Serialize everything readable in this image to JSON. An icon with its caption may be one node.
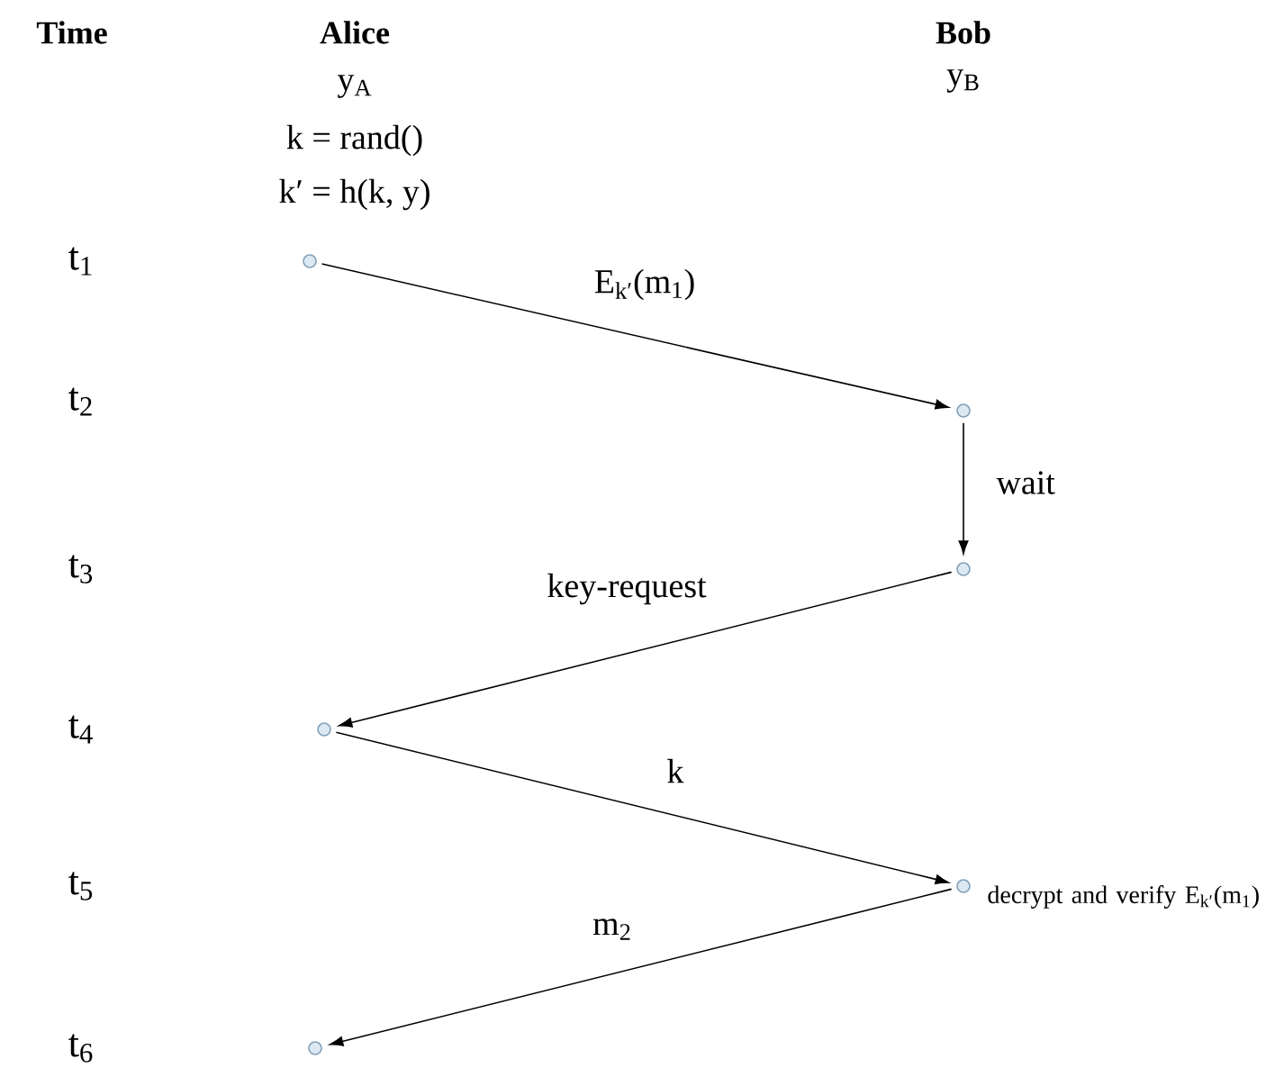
{
  "diagram": {
    "nodes": [
      {
        "text": [],
        "shape": "circle"
      },
      {
        "text": [],
        "shape": "circle"
      },
      {
        "text": [],
        "shape": "circle"
      },
      {
        "text": [],
        "shape": "circle"
      },
      {
        "text": [],
        "shape": "circle",
        "beside": [
          "decrypt and verify E$_{k′}$(m$_{1}$)"
        ]
      },
      {
        "text": [],
        "shape": "circle"
      }
    ],
    "edges": [
      {
        "from": 0,
        "to": 1,
        "arrow": "to",
        "label": "E$_{k′}$(m$_{1}$)"
      },
      {
        "from": 1,
        "to": 2,
        "arrow": "to",
        "label": "wait"
      },
      {
        "from": 2,
        "to": 3,
        "arrow": "to",
        "label": "key-request"
      },
      {
        "from": 3,
        "to": 4,
        "arrow": "to",
        "label": "k"
      },
      {
        "from": 4,
        "to": 5,
        "arrow": "to",
        "label": "m$_{2}$"
      }
    ],
    "labels": [
      "Time",
      "Alice",
      "Bob",
      "y$_{A}$",
      "y$_{B}$",
      "k = rand()",
      "k′ = h(k, y)",
      "t$_{1}$",
      "t$_{2}$",
      "t$_{3}$",
      "t$_{4}$",
      "t$_{5}$",
      "t$_{6}$"
    ]
  }
}
